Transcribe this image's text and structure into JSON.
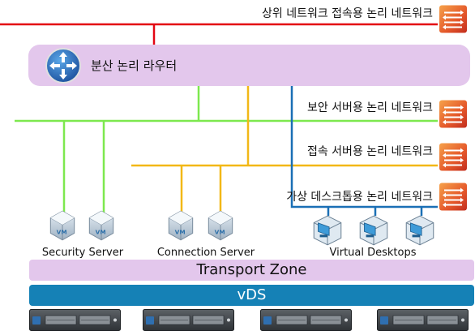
{
  "networks": {
    "upper_label": "상위 네트워크 접속용 논리 네트워크",
    "security_label": "보안 서버용 논리 네트워크",
    "connection_label": "접속 서버용 논리 네트워크",
    "desktop_label": "가상 데스크톱용 논리 네트워크"
  },
  "router": {
    "label": "분산 논리 라우터"
  },
  "groups": {
    "security_server": "Security Server",
    "connection_server": "Connection Server",
    "virtual_desktops": "Virtual Desktops",
    "vm_badge": "VM"
  },
  "transport_zone": "Transport Zone",
  "vds": "vDS",
  "colors": {
    "upper_net": "#e30613",
    "security_net": "#7de84e",
    "connection_net": "#f2b817",
    "desktop_net": "#1a6fb5",
    "router_box": "#e3c7ec",
    "vds_bar": "#1581b6"
  },
  "icons": {
    "router": "router-icon",
    "switch": "network-switch-icon",
    "vm": "virtual-machine-icon",
    "desktop": "virtual-desktop-icon",
    "host": "server-host-icon"
  }
}
